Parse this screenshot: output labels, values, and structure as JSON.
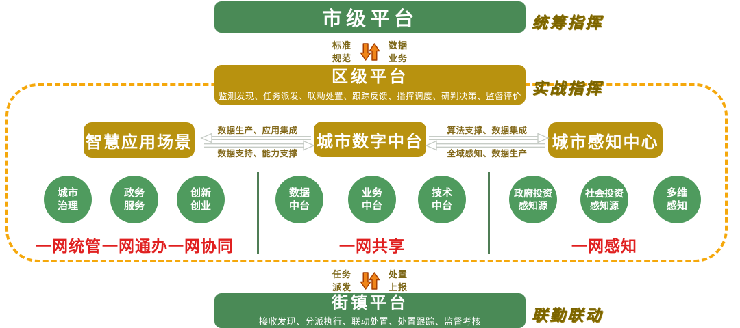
{
  "colors": {
    "green_box": "#4A8A56",
    "gold_box": "#B8920F",
    "circle_green": "#4F9B5E",
    "dashed_border": "#F5A80C",
    "tag_red": "#E02020",
    "side_label": "#7B6400",
    "icon_orange": "#F08519"
  },
  "city_platform": {
    "title": "市级平台",
    "side_label": "统筹指挥"
  },
  "top_link": {
    "left_label": "标准\n规范",
    "right_label": "数据\n业务"
  },
  "district_platform": {
    "title": "区级平台",
    "subtitle": "监测发现、任务派发、联动处置、跟踪反馈、指挥调度、研判决策、监督评价",
    "side_label": "实战指挥"
  },
  "hub_boxes": {
    "left": "智慧应用场景",
    "center": "城市数字中台",
    "right": "城市感知中心"
  },
  "left_arrow": {
    "top_label": "数据生产、应用集成",
    "bottom_label": "数据支持、能力支撑"
  },
  "right_arrow": {
    "top_label": "算法支撑、数据集成",
    "bottom_label": "全域感知、数据生产"
  },
  "groups": {
    "application": {
      "circles": [
        "城市\n治理",
        "政务\n服务",
        "创新\n创业"
      ],
      "tags": [
        "一网统管",
        "一网通办",
        "一网协同"
      ]
    },
    "middle_platform": {
      "circles": [
        "数据\n中台",
        "业务\n中台",
        "技术\n中台"
      ],
      "tag": "一网共享"
    },
    "perception": {
      "circles": [
        "政府投资\n感知源",
        "社会投资\n感知源",
        "多维\n感知"
      ],
      "tag": "一网感知"
    }
  },
  "bottom_link": {
    "left_label": "任务\n派发",
    "right_label": "处置\n上报"
  },
  "street_platform": {
    "title": "街镇平台",
    "subtitle": "接收发现、分派执行、联动处置、处置跟踪、监督考核",
    "side_label": "联勤联动"
  }
}
